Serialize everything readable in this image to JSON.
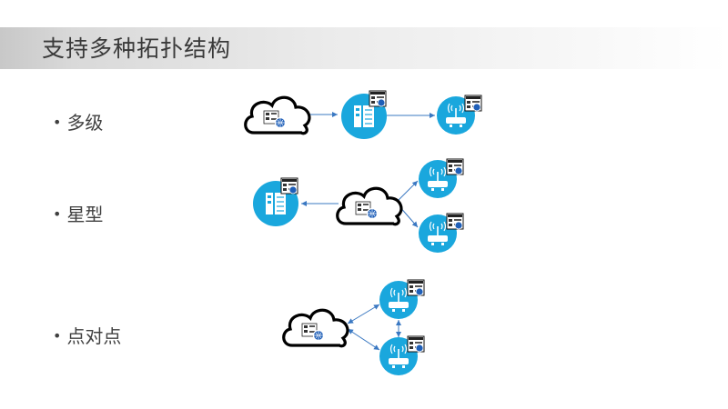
{
  "title": "支持多种拓扑结构",
  "sections": [
    {
      "label": "多级"
    },
    {
      "label": "星型"
    },
    {
      "label": "点对点"
    }
  ],
  "colors": {
    "device": "#1aa7dd",
    "link": "#3a78c2",
    "cloud_stroke": "#000000",
    "text": "#404040"
  },
  "icons": [
    "cloud-icon",
    "server-icon",
    "router-icon",
    "globe-badge-icon",
    "panel-badge-icon"
  ]
}
